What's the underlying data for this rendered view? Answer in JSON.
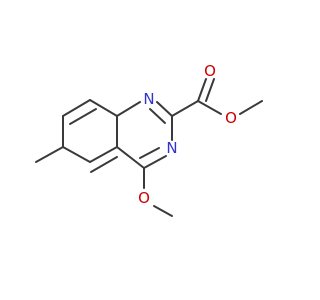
{
  "structure": {
    "atoms": [
      {
        "element": "N",
        "color": "#3333cc"
      },
      {
        "element": "N",
        "color": "#3333cc"
      },
      {
        "element": "O",
        "color": "#cc0000"
      },
      {
        "element": "O",
        "color": "#cc0000"
      },
      {
        "element": "O",
        "color": "#cc0000"
      }
    ],
    "bond_color": "#3a3a3a"
  }
}
